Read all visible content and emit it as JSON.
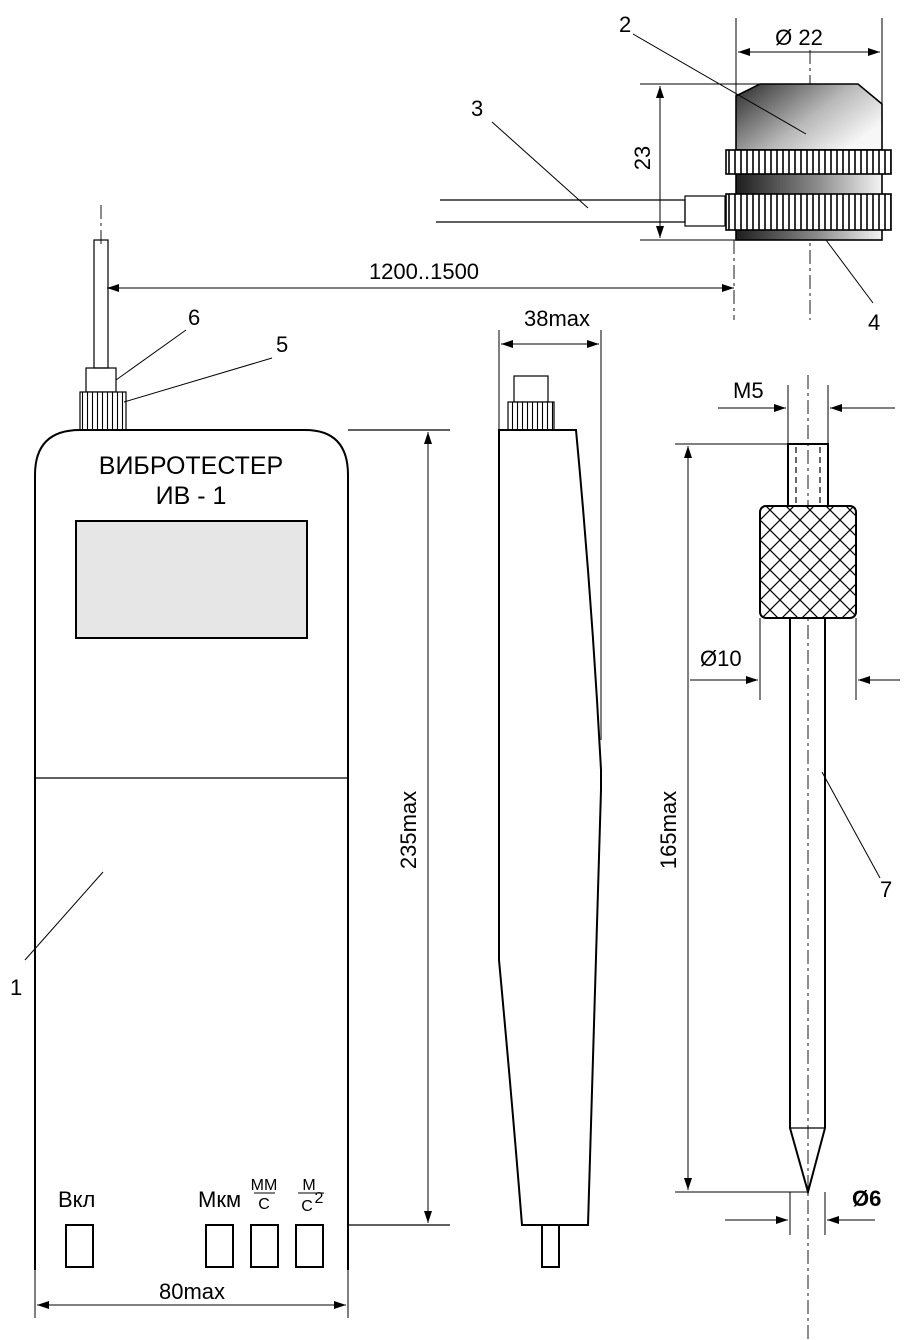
{
  "device": {
    "title_line1": "ВИБРОТЕСТЕР",
    "title_line2": "ИВ - 1",
    "button_power": "Вкл",
    "button_mkm": "Мкм",
    "unit_mm_num": "ММ",
    "unit_mm_den": "С",
    "unit_m_num": "М",
    "unit_m_den": "С",
    "unit_m_exp": "2"
  },
  "dimensions": {
    "sensor_diameter": "Ø 22",
    "sensor_height": "23",
    "cable_length": "1200..1500",
    "side_thickness": "38max",
    "device_height": "235max",
    "device_width": "80max",
    "probe_thread": "М5",
    "probe_length": "165max",
    "probe_diameter_10": "Ø10",
    "probe_diameter_6": "Ø6"
  },
  "callouts": [
    "1",
    "2",
    "3",
    "4",
    "5",
    "6",
    "7"
  ],
  "colors": {
    "line": "#000000",
    "display": "#e6e6e6",
    "sensor_dark": "#2a2a2a",
    "sensor_light": "#f2f2f2"
  }
}
